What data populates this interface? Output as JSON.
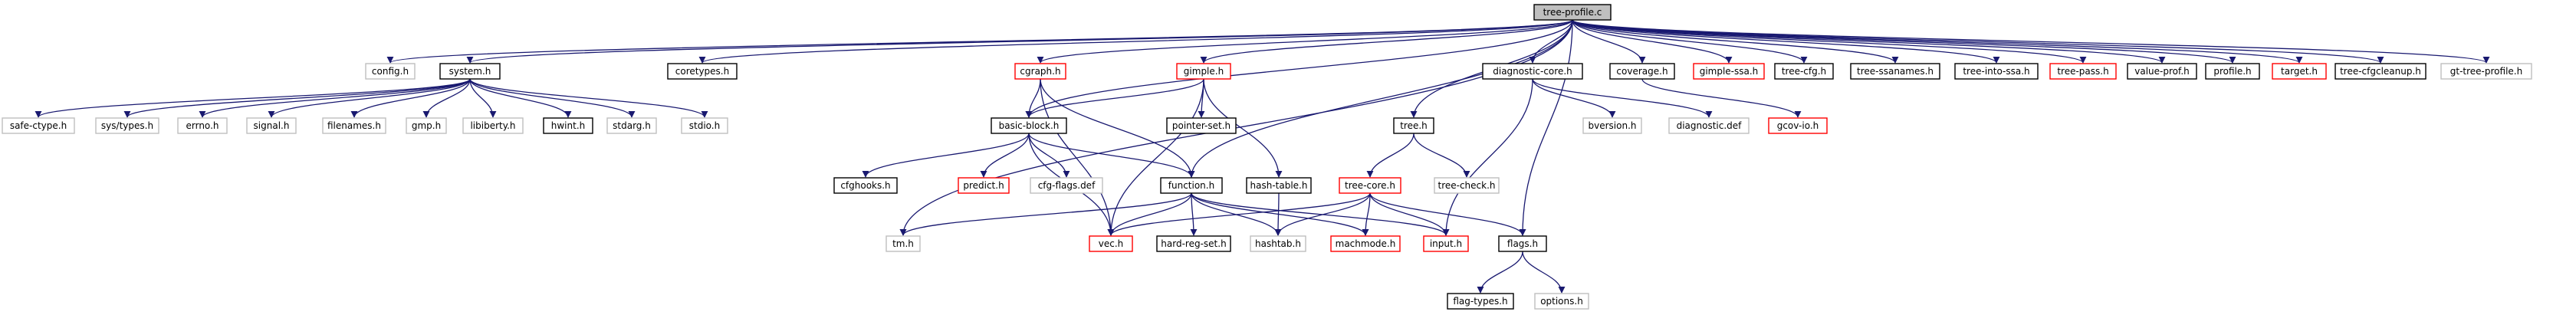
{
  "graph": {
    "title": "tree-profile.c",
    "colors": {
      "edge": "#191970",
      "root_fill": "#bfbfbf",
      "border_black": "#000000",
      "border_red": "#ff0000",
      "border_gray": "#bfbfbf",
      "node_fill": "#ffffff"
    },
    "nodes": [
      {
        "id": "tree-profile-c",
        "label": "tree-profile.c",
        "style": "root"
      },
      {
        "id": "config-h",
        "label": "config.h",
        "style": "gray"
      },
      {
        "id": "system-h",
        "label": "system.h",
        "style": "black"
      },
      {
        "id": "coretypes-h",
        "label": "coretypes.h",
        "style": "black"
      },
      {
        "id": "cgraph-h",
        "label": "cgraph.h",
        "style": "red"
      },
      {
        "id": "gimple-h",
        "label": "gimple.h",
        "style": "red"
      },
      {
        "id": "diagnostic-core-h",
        "label": "diagnostic-core.h",
        "style": "black"
      },
      {
        "id": "coverage-h",
        "label": "coverage.h",
        "style": "black"
      },
      {
        "id": "gimple-ssa-h",
        "label": "gimple-ssa.h",
        "style": "red"
      },
      {
        "id": "tree-cfg-h",
        "label": "tree-cfg.h",
        "style": "black"
      },
      {
        "id": "tree-ssanames-h",
        "label": "tree-ssanames.h",
        "style": "black"
      },
      {
        "id": "tree-into-ssa-h",
        "label": "tree-into-ssa.h",
        "style": "black"
      },
      {
        "id": "tree-pass-h",
        "label": "tree-pass.h",
        "style": "red"
      },
      {
        "id": "value-prof-h",
        "label": "value-prof.h",
        "style": "black"
      },
      {
        "id": "profile-h",
        "label": "profile.h",
        "style": "black"
      },
      {
        "id": "target-h",
        "label": "target.h",
        "style": "red"
      },
      {
        "id": "tree-cfgcleanup-h",
        "label": "tree-cfgcleanup.h",
        "style": "black"
      },
      {
        "id": "gt-tree-profile-h",
        "label": "gt-tree-profile.h",
        "style": "gray"
      },
      {
        "id": "safe-ctype-h",
        "label": "safe-ctype.h",
        "style": "gray"
      },
      {
        "id": "sys-types-h",
        "label": "sys/types.h",
        "style": "gray"
      },
      {
        "id": "errno-h",
        "label": "errno.h",
        "style": "gray"
      },
      {
        "id": "signal-h",
        "label": "signal.h",
        "style": "gray"
      },
      {
        "id": "filenames-h",
        "label": "filenames.h",
        "style": "gray"
      },
      {
        "id": "gmp-h",
        "label": "gmp.h",
        "style": "gray"
      },
      {
        "id": "libiberty-h",
        "label": "libiberty.h",
        "style": "gray"
      },
      {
        "id": "hwint-h",
        "label": "hwint.h",
        "style": "black"
      },
      {
        "id": "stdarg-h",
        "label": "stdarg.h",
        "style": "gray"
      },
      {
        "id": "stdio-h",
        "label": "stdio.h",
        "style": "gray"
      },
      {
        "id": "basic-block-h",
        "label": "basic-block.h",
        "style": "black"
      },
      {
        "id": "pointer-set-h",
        "label": "pointer-set.h",
        "style": "black"
      },
      {
        "id": "tree-h",
        "label": "tree.h",
        "style": "black"
      },
      {
        "id": "bversion-h",
        "label": "bversion.h",
        "style": "gray"
      },
      {
        "id": "diagnostic-def",
        "label": "diagnostic.def",
        "style": "gray"
      },
      {
        "id": "gcov-io-h",
        "label": "gcov-io.h",
        "style": "red"
      },
      {
        "id": "cfghooks-h",
        "label": "cfghooks.h",
        "style": "black"
      },
      {
        "id": "predict-h",
        "label": "predict.h",
        "style": "red"
      },
      {
        "id": "cfg-flags-def",
        "label": "cfg-flags.def",
        "style": "gray"
      },
      {
        "id": "function-h",
        "label": "function.h",
        "style": "black"
      },
      {
        "id": "hash-table-h",
        "label": "hash-table.h",
        "style": "black"
      },
      {
        "id": "tree-core-h",
        "label": "tree-core.h",
        "style": "red"
      },
      {
        "id": "tree-check-h",
        "label": "tree-check.h",
        "style": "gray"
      },
      {
        "id": "tm-h",
        "label": "tm.h",
        "style": "gray"
      },
      {
        "id": "vec-h",
        "label": "vec.h",
        "style": "red"
      },
      {
        "id": "hard-reg-set-h",
        "label": "hard-reg-set.h",
        "style": "black"
      },
      {
        "id": "hashtab-h",
        "label": "hashtab.h",
        "style": "gray"
      },
      {
        "id": "machmode-h",
        "label": "machmode.h",
        "style": "red"
      },
      {
        "id": "input-h",
        "label": "input.h",
        "style": "red"
      },
      {
        "id": "flags-h",
        "label": "flags.h",
        "style": "black"
      },
      {
        "id": "flag-types-h",
        "label": "flag-types.h",
        "style": "black"
      },
      {
        "id": "options-h",
        "label": "options.h",
        "style": "gray"
      }
    ],
    "edges": [
      [
        "tree-profile-c",
        "config-h"
      ],
      [
        "tree-profile-c",
        "system-h"
      ],
      [
        "tree-profile-c",
        "coretypes-h"
      ],
      [
        "tree-profile-c",
        "cgraph-h"
      ],
      [
        "tree-profile-c",
        "gimple-h"
      ],
      [
        "tree-profile-c",
        "diagnostic-core-h"
      ],
      [
        "tree-profile-c",
        "coverage-h"
      ],
      [
        "tree-profile-c",
        "gimple-ssa-h"
      ],
      [
        "tree-profile-c",
        "tree-cfg-h"
      ],
      [
        "tree-profile-c",
        "tree-ssanames-h"
      ],
      [
        "tree-profile-c",
        "tree-into-ssa-h"
      ],
      [
        "tree-profile-c",
        "tree-pass-h"
      ],
      [
        "tree-profile-c",
        "value-prof-h"
      ],
      [
        "tree-profile-c",
        "profile-h"
      ],
      [
        "tree-profile-c",
        "target-h"
      ],
      [
        "tree-profile-c",
        "tree-cfgcleanup-h"
      ],
      [
        "tree-profile-c",
        "gt-tree-profile-h"
      ],
      [
        "tree-profile-c",
        "basic-block-h"
      ],
      [
        "tree-profile-c",
        "tree-h"
      ],
      [
        "tree-profile-c",
        "function-h"
      ],
      [
        "tree-profile-c",
        "tm-h"
      ],
      [
        "tree-profile-c",
        "flags-h"
      ],
      [
        "system-h",
        "safe-ctype-h"
      ],
      [
        "system-h",
        "sys-types-h"
      ],
      [
        "system-h",
        "errno-h"
      ],
      [
        "system-h",
        "signal-h"
      ],
      [
        "system-h",
        "filenames-h"
      ],
      [
        "system-h",
        "gmp-h"
      ],
      [
        "system-h",
        "libiberty-h"
      ],
      [
        "system-h",
        "hwint-h"
      ],
      [
        "system-h",
        "stdarg-h"
      ],
      [
        "system-h",
        "stdio-h"
      ],
      [
        "cgraph-h",
        "basic-block-h"
      ],
      [
        "cgraph-h",
        "function-h"
      ],
      [
        "cgraph-h",
        "vec-h"
      ],
      [
        "gimple-h",
        "basic-block-h"
      ],
      [
        "gimple-h",
        "pointer-set-h"
      ],
      [
        "gimple-h",
        "hash-table-h"
      ],
      [
        "gimple-h",
        "vec-h"
      ],
      [
        "diagnostic-core-h",
        "bversion-h"
      ],
      [
        "diagnostic-core-h",
        "diagnostic-def"
      ],
      [
        "diagnostic-core-h",
        "input-h"
      ],
      [
        "coverage-h",
        "gcov-io-h"
      ],
      [
        "basic-block-h",
        "cfghooks-h"
      ],
      [
        "basic-block-h",
        "predict-h"
      ],
      [
        "basic-block-h",
        "cfg-flags-def"
      ],
      [
        "basic-block-h",
        "function-h"
      ],
      [
        "basic-block-h",
        "vec-h"
      ],
      [
        "tree-h",
        "tree-core-h"
      ],
      [
        "tree-h",
        "tree-check-h"
      ],
      [
        "function-h",
        "tm-h"
      ],
      [
        "function-h",
        "vec-h"
      ],
      [
        "function-h",
        "hard-reg-set-h"
      ],
      [
        "function-h",
        "hashtab-h"
      ],
      [
        "function-h",
        "machmode-h"
      ],
      [
        "function-h",
        "input-h"
      ],
      [
        "hash-table-h",
        "hashtab-h"
      ],
      [
        "tree-core-h",
        "vec-h"
      ],
      [
        "tree-core-h",
        "hashtab-h"
      ],
      [
        "tree-core-h",
        "machmode-h"
      ],
      [
        "tree-core-h",
        "input-h"
      ],
      [
        "tree-core-h",
        "flags-h"
      ],
      [
        "flags-h",
        "flag-types-h"
      ],
      [
        "flags-h",
        "options-h"
      ]
    ]
  }
}
